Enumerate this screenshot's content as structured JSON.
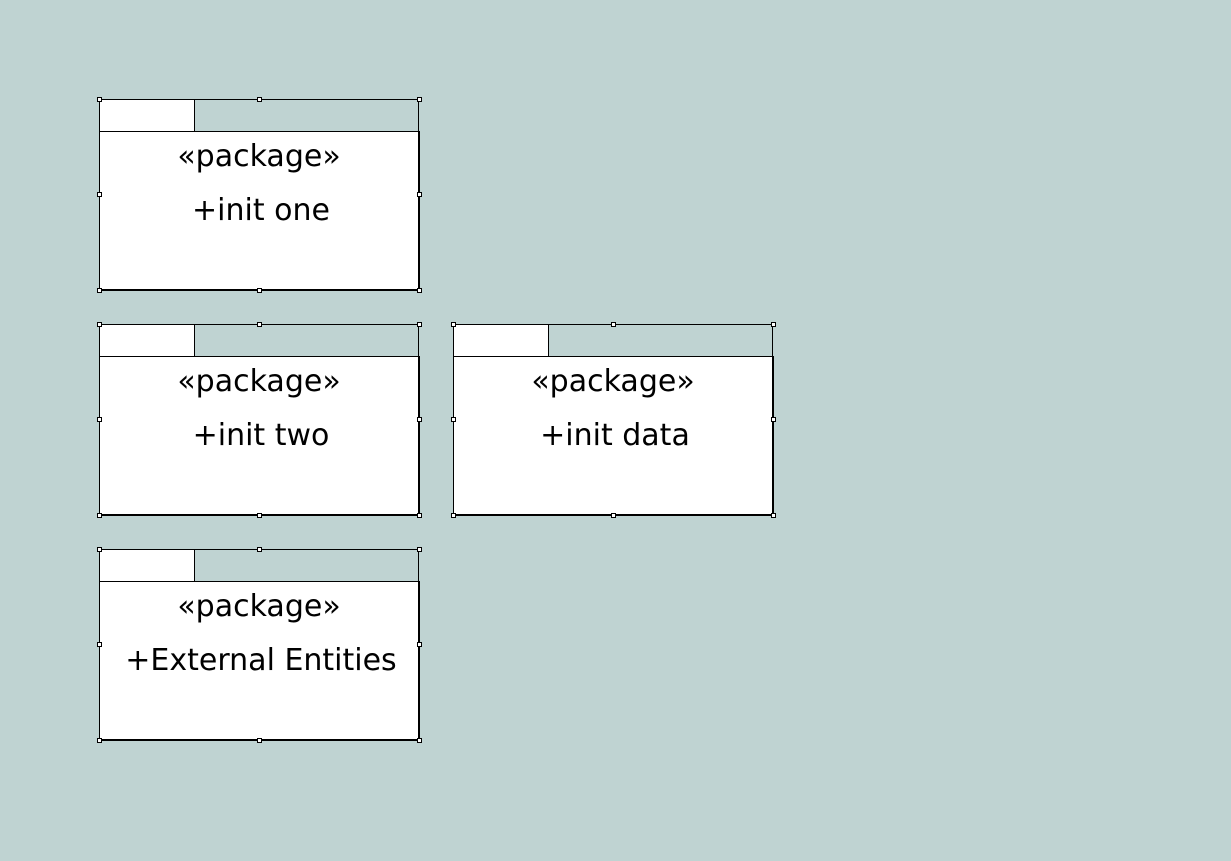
{
  "diagram": {
    "packages": [
      {
        "id": "init-one",
        "stereotype": "«package»",
        "name": "+init one"
      },
      {
        "id": "init-two",
        "stereotype": "«package»",
        "name": "+init two"
      },
      {
        "id": "init-data",
        "stereotype": "«package»",
        "name": "+init data"
      },
      {
        "id": "external-entities",
        "stereotype": "«package»",
        "name": "+External Entities"
      }
    ]
  },
  "colors": {
    "canvas_background": "#bfd3d2",
    "package_fill": "#ffffff",
    "package_border": "#000000"
  }
}
